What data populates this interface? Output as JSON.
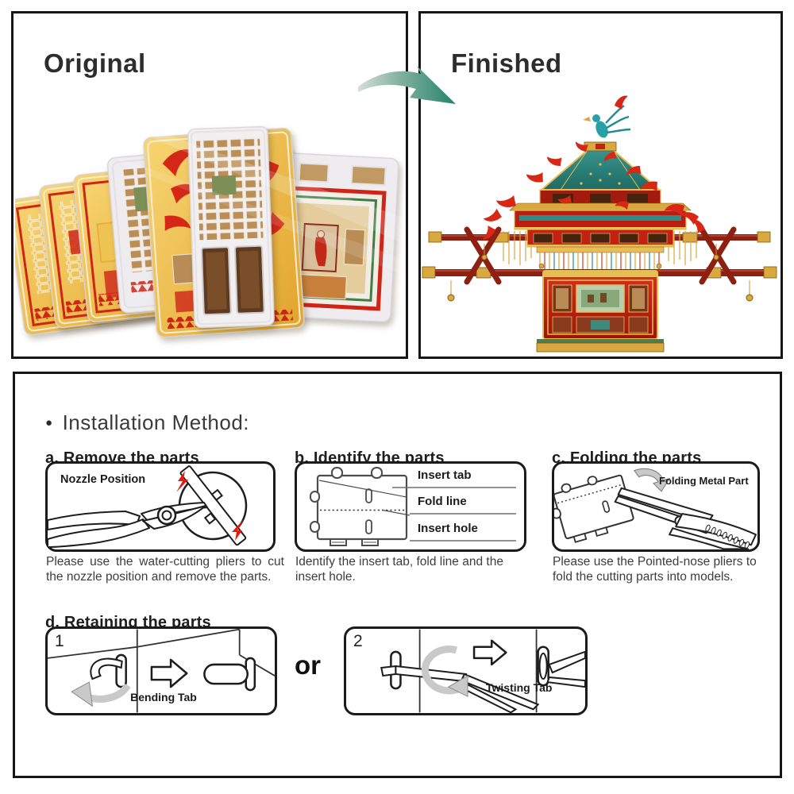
{
  "panels": {
    "original": {
      "title": "Original"
    },
    "finished": {
      "title": "Finished"
    }
  },
  "installation": {
    "bullet": "●",
    "heading": "Installation Method:",
    "sections": {
      "a": {
        "heading": "a. Remove the parts",
        "diagram_label": "Nozzle Position",
        "caption": "Please use the water-cutting pliers to cut the nozzle position and remove the parts."
      },
      "b": {
        "heading": "b. Identify the parts",
        "label_insert_tab": "Insert tab",
        "label_fold_line": "Fold line",
        "label_insert_hole": "Insert hole",
        "caption": "Identify the insert tab, fold line and the insert hole."
      },
      "c": {
        "heading": "c. Folding the parts",
        "diagram_label": "Folding Metal Part",
        "caption": "Please use the Pointed-nose pliers to fold the cutting parts into models."
      },
      "d": {
        "heading": "d. Retaining the parts",
        "connector": "or",
        "option1": {
          "number": "1",
          "label": "Bending Tab"
        },
        "option2": {
          "number": "2",
          "label": "Twisting Tab"
        }
      }
    }
  },
  "icons": {
    "flow_arrow": "curved-swoosh-arrow-down-right",
    "lightning": "red-cut-spark",
    "block_arrow": "outline-arrow-right",
    "curve_arrow": "gray-bend-arrow",
    "magnifier": "zoom-circle"
  },
  "colors": {
    "panel_border": "#161616",
    "accent_teal": "#2C8A71",
    "spark_red": "#E5180F",
    "gray_arrow": "#C9C9C9",
    "sheet_gold": "#E9B94A",
    "sheet_silver": "#EFECEE",
    "model_red": "#C32114"
  }
}
